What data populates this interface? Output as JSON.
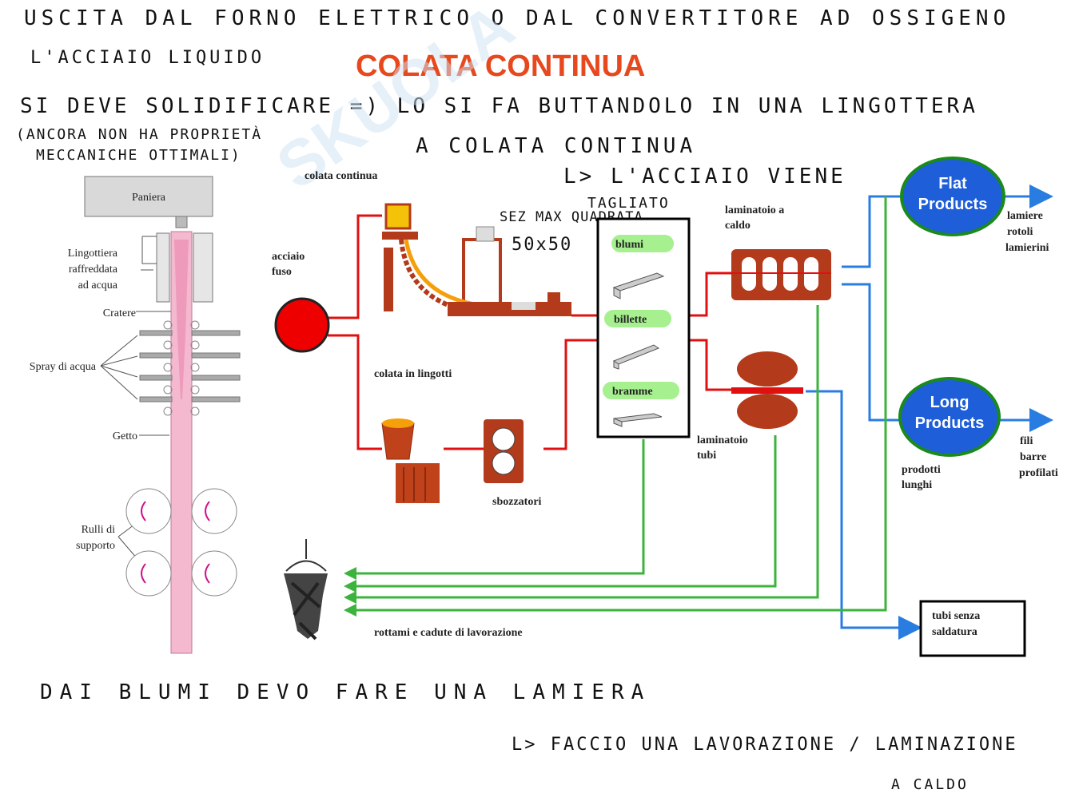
{
  "title": "COLATA CONTINUA",
  "handwriting": {
    "line1": "USCITA DAL FORNO ELETTRICO O DAL CONVERTITORE AD OSSIGENO",
    "line2": "L'ACCIAIO LIQUIDO",
    "line3": "SI DEVE SOLIDIFICARE =) LO SI FA BUTTANDOLO IN UNA LINGOTTERA",
    "line4": "(ANCORA NON HA PROPRIETÀ",
    "line5": "A COLATA CONTINUA",
    "line6": "MECCANICHE OTTIMALI)",
    "line7": "L> L'ACCIAIO VIENE",
    "line8": "TAGLIATO",
    "line9": "SEZ MAX QUADRATA",
    "line10": "50x50",
    "bottom1": "DAI BLUMI DEVO FARE UNA LAMIERA",
    "bottom2": "L> FACCIO UNA LAVORAZIONE / LAMINAZIONE",
    "bottom3": "A CALDO"
  },
  "left_figure": {
    "paniera": "Paniera",
    "lingottiera_1": "Lingottiera",
    "lingottiera_2": "raffreddata",
    "lingottiera_3": "ad acqua",
    "cratere": "Cratere",
    "spray": "Spray di acqua",
    "getto": "Getto",
    "rulli_1": "Rulli di",
    "rulli_2": "supporto"
  },
  "flow": {
    "colata_continua": "colata continua",
    "acciaio_1": "acciaio",
    "acciaio_2": "fuso",
    "colata_lingotti": "colata in lingotti",
    "sbozzatori": "sbozzatori",
    "blumi": "blumi",
    "billette": "billette",
    "bramme": "bramme",
    "lam_caldo_1": "laminatoio a",
    "lam_caldo_2": "caldo",
    "lam_tubi_1": "laminatoio",
    "lam_tubi_2": "tubi",
    "flat_1": "Flat",
    "flat_2": "Products",
    "long_1": "Long",
    "long_2": "Products",
    "lamiere_1": "lamiere",
    "lamiere_2": "rotoli",
    "lamiere_3": "lamierini",
    "fili_1": "fili",
    "fili_2": "barre",
    "fili_3": "profilati",
    "prodotti_1": "prodotti",
    "prodotti_2": "lunghi",
    "tubi_1": "tubi senza",
    "tubi_2": "saldatura",
    "rottami": "rottami e cadute di lavorazione"
  },
  "colors": {
    "title": "#e8481d",
    "red_line": "#e01010",
    "blue_line": "#2a7de0",
    "green_line": "#3cb33c",
    "bubble_fill": "#1e5ed8",
    "bubble_ring": "#1a8a1a",
    "equipment": "#b33a1a",
    "green_label": "#a6f08f"
  },
  "watermark": "SKUOLA"
}
